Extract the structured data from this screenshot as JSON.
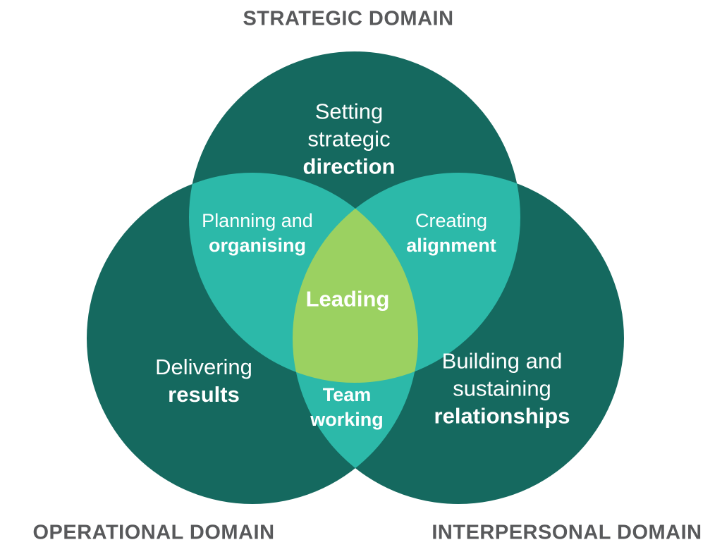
{
  "diagram": {
    "type": "venn",
    "description": "Three-circle Venn diagram of leadership domains",
    "domain_labels": {
      "strategic": "STRATEGIC DOMAIN",
      "operational": "OPERATIONAL DOMAIN",
      "interpersonal": "INTERPERSONAL DOMAIN"
    },
    "regions": {
      "strategic": {
        "line1": "Setting",
        "line2": "strategic",
        "line3": "direction"
      },
      "operational": {
        "line1": "Delivering",
        "line2": "results"
      },
      "interpersonal": {
        "line1": "Building and",
        "line2": "sustaining",
        "line3": "relationships"
      },
      "strategic_operational": {
        "line1": "Planning and",
        "line2": "organising"
      },
      "strategic_interpersonal": {
        "line1": "Creating",
        "line2": "alignment"
      },
      "operational_interpersonal": {
        "line1": "Team",
        "line2": "working"
      },
      "center": {
        "line1": "Leading"
      }
    },
    "colors": {
      "circle": "#15695F",
      "overlap_two": "#2CB9A9",
      "overlap_three": "#9BD161",
      "domain_label_text": "#58595B",
      "region_text": "#FFFFFF",
      "background": "#FFFFFF"
    }
  }
}
